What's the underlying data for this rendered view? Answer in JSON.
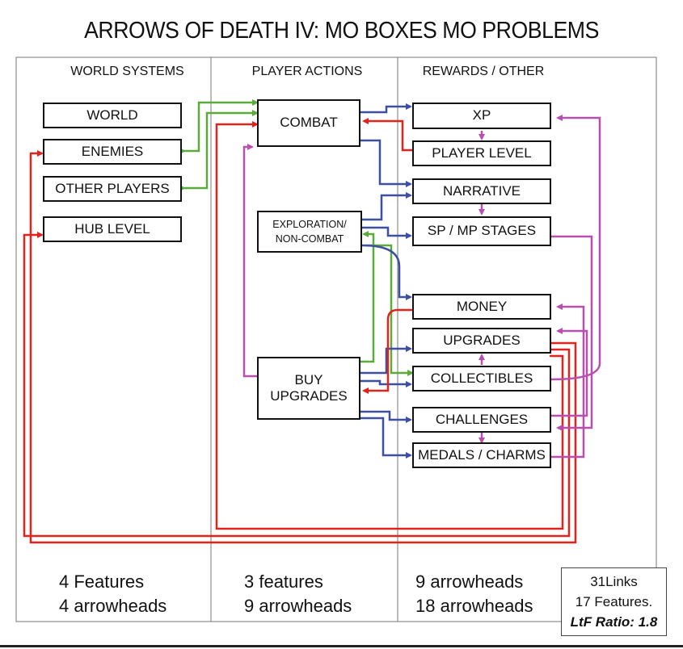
{
  "title": "ARROWS OF DEATH IV: MO BOXES MO PROBLEMS",
  "columns": [
    {
      "heading": "WORLD SYSTEMS",
      "features_line": "4 Features",
      "arrowheads_line": "4 arrowheads"
    },
    {
      "heading": "PLAYER ACTIONS",
      "features_line": "3 features",
      "arrowheads_line": "9 arrowheads"
    },
    {
      "heading": "REWARDS / OTHER",
      "features_line": "9 arrowheads",
      "arrowheads_line": "18 arrowheads"
    }
  ],
  "world_boxes": {
    "world": "WORLD",
    "enemies": "ENEMIES",
    "other_players": "OTHER PLAYERS",
    "hub_level": "HUB LEVEL"
  },
  "action_boxes": {
    "combat": "COMBAT",
    "exploration_line1": "EXPLORATION/",
    "exploration_line2": "NON-COMBAT",
    "buy_line1": "BUY",
    "buy_line2": "UPGRADES"
  },
  "reward_boxes": {
    "xp": "XP",
    "player_level": "PLAYER LEVEL",
    "narrative": "NARRATIVE",
    "sp_mp_stages": "SP / MP STAGES",
    "money": "MONEY",
    "upgrades": "UPGRADES",
    "collectibles": "COLLECTIBLES",
    "challenges": "CHALLENGES",
    "medals_charms": "MEDALS / CHARMS"
  },
  "stats": {
    "links": "31Links",
    "features": "17 Features.",
    "ratio": "LtF Ratio: 1.8"
  },
  "colors": {
    "green": "#5aab3a",
    "blue": "#3d4fa0",
    "red": "#e0241b",
    "magenta": "#b84fae",
    "border": "#111111",
    "frame": "#777777"
  }
}
